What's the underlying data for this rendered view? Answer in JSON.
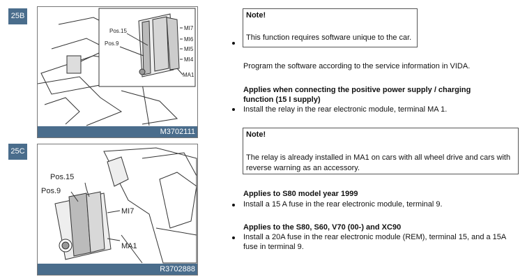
{
  "steps": {
    "s25b": {
      "badge": "25B",
      "caption": "M3702111",
      "labels": {
        "pos15": "Pos.15",
        "pos9": "Pos.9",
        "mi7": "MI7",
        "mi6": "MI6",
        "mi5": "MI5",
        "mi4": "MI4",
        "ma1": "MA1"
      }
    },
    "s25c": {
      "badge": "25C",
      "caption": "R3702888",
      "labels": {
        "pos15": "Pos.15",
        "pos9": "Pos.9",
        "mi7": "MI7",
        "ma1": "MA1"
      }
    }
  },
  "content": {
    "note1": {
      "title": "Note!",
      "text": "This function requires software unique to the car."
    },
    "program_text": "Program the software according to the service information in VIDA.",
    "section1": {
      "heading_line1": "Applies when connecting the positive power supply / charging",
      "heading_line2": "function (15 I supply)",
      "bullet": "Install the relay in the rear electronic module, terminal MA 1."
    },
    "note2": {
      "title": "Note!",
      "text_line1": "The relay is already installed in MA1 on cars with all wheel drive and cars with",
      "text_line2": "reverse warning as an accessory."
    },
    "section2": {
      "heading": "Applies to S80 model year 1999",
      "bullet": "Install a 15 A fuse in the rear electronic module, terminal 9."
    },
    "section3": {
      "heading": "Applies to the S80, S60, V70 (00-) and XC90",
      "bullet_line1": "Install a 20A fuse in the rear electronic module (REM), terminal 15, and a 15A",
      "bullet_line2": "fuse in terminal 9."
    }
  }
}
